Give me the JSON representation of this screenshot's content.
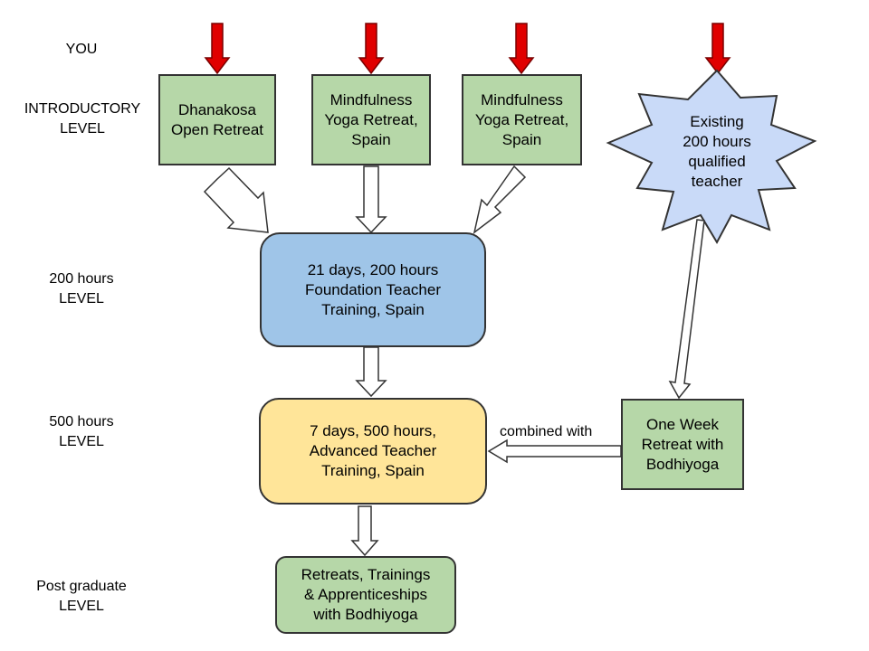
{
  "levels": {
    "you": "YOU",
    "introductory": [
      "INTRODUCTORY",
      "LEVEL"
    ],
    "h200": [
      "200 hours",
      "LEVEL"
    ],
    "h500": [
      "500 hours",
      "LEVEL"
    ],
    "postgrad": [
      "Post graduate",
      "LEVEL"
    ]
  },
  "nodes": {
    "dhanakosa": [
      "Dhanakosa",
      "Open Retreat"
    ],
    "mindfulness_1": [
      "Mindfulness",
      "Yoga Retreat,",
      "Spain"
    ],
    "mindfulness_2": [
      "Mindfulness",
      "Yoga Retreat,",
      "Spain"
    ],
    "existing_teacher": [
      "Existing",
      "200 hours",
      "qualified",
      "teacher"
    ],
    "foundation": [
      "21 days, 200 hours",
      "Foundation Teacher",
      "Training, Spain"
    ],
    "advanced": [
      "7 days, 500 hours,",
      "Advanced Teacher",
      "Training, Spain"
    ],
    "one_week": [
      "One Week",
      "Retreat with",
      "Bodhiyoga"
    ],
    "postgrad_box": [
      "Retreats, Trainings",
      "&  Apprenticeships",
      "with Bodhiyoga"
    ]
  },
  "connector_label": "combined with",
  "colors": {
    "entry_arrow": "#e00000",
    "green_box": "#b6d7a8",
    "blue_box": "#9fc5e8",
    "yellow_box": "#ffe599",
    "star_fill": "#c9daf8",
    "outline": "#333333"
  }
}
